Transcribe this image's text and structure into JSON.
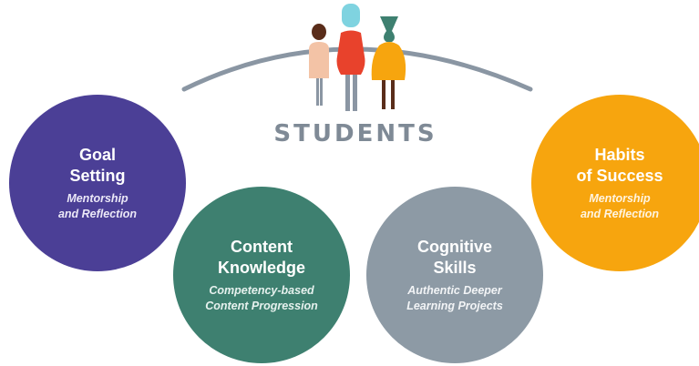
{
  "header": {
    "label": "STUDENTS"
  },
  "colors": {
    "goal": "#4b3f96",
    "content": "#3e8070",
    "cognitive": "#8d9aa5",
    "habits": "#f7a50e",
    "arc": "#8a96a3"
  },
  "circles": [
    {
      "id": "goal",
      "title_line1": "Goal",
      "title_line2": "Setting",
      "sub_line1": "Mentorship",
      "sub_line2": "and Reflection"
    },
    {
      "id": "content",
      "title_line1": "Content",
      "title_line2": "Knowledge",
      "sub_line1": "Competency-based",
      "sub_line2": "Content Progression"
    },
    {
      "id": "cognitive",
      "title_line1": "Cognitive",
      "title_line2": "Skills",
      "sub_line1": "Authentic Deeper",
      "sub_line2": "Learning Projects"
    },
    {
      "id": "habits",
      "title_line1": "Habits",
      "title_line2": "of Success",
      "sub_line1": "Mentorship",
      "sub_line2": "and Reflection"
    }
  ]
}
